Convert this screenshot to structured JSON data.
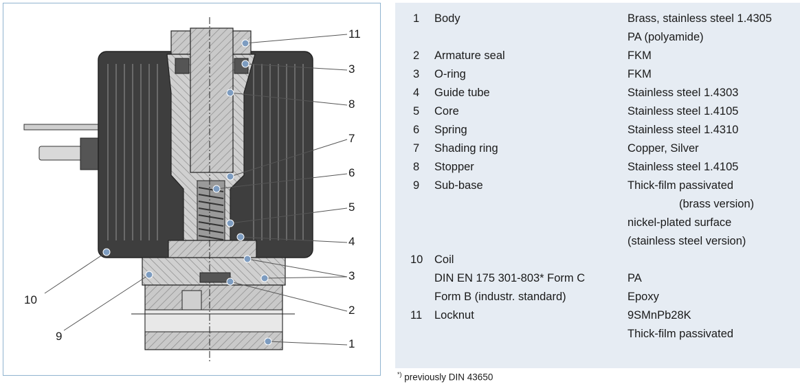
{
  "callouts": [
    "11",
    "3",
    "8",
    "7",
    "6",
    "5",
    "4",
    "3",
    "2",
    "1",
    "10",
    "9"
  ],
  "table": {
    "rows": [
      {
        "num": "1",
        "part": "Body",
        "material": "Brass, stainless steel 1.4305"
      },
      {
        "num": "",
        "part": "",
        "material": "PA (polyamide)"
      },
      {
        "num": "2",
        "part": "Armature seal",
        "material": "FKM"
      },
      {
        "num": "3",
        "part": "O-ring",
        "material": "FKM"
      },
      {
        "num": "4",
        "part": "Guide tube",
        "material": "Stainless steel 1.4303"
      },
      {
        "num": "5",
        "part": "Core",
        "material": "Stainless steel 1.4105"
      },
      {
        "num": "6",
        "part": "Spring",
        "material": "Stainless steel 1.4310"
      },
      {
        "num": "7",
        "part": "Shading ring",
        "material": "Copper, Silver"
      },
      {
        "num": "8",
        "part": "Stopper",
        "material": "Stainless steel 1.4105"
      },
      {
        "num": "9",
        "part": "Sub-base",
        "material": "Thick-film passivated"
      },
      {
        "num": "",
        "part": "",
        "material": "(brass version)"
      },
      {
        "num": "",
        "part": "",
        "material": "nickel-plated surface"
      },
      {
        "num": "",
        "part": "",
        "material": "(stainless steel version)"
      },
      {
        "num": "10",
        "part": "Coil",
        "material": ""
      },
      {
        "num": "",
        "part": "DIN EN 175 301-803* Form C",
        "material": "PA"
      },
      {
        "num": "",
        "part": "Form B (industr. standard)",
        "material": "Epoxy"
      },
      {
        "num": "11",
        "part": "Locknut",
        "material": "9SMnPb28K"
      },
      {
        "num": "",
        "part": "",
        "material": "Thick-film passivated"
      }
    ]
  },
  "footnote": {
    "marker": "*)",
    "text": "previously DIN 43650"
  },
  "colors": {
    "frame": "#8fb3cf",
    "panel": "#e6ecf3",
    "dot": "#7d9cc0",
    "coil": "#3b3b3b",
    "metal": "#bfbfbf"
  }
}
